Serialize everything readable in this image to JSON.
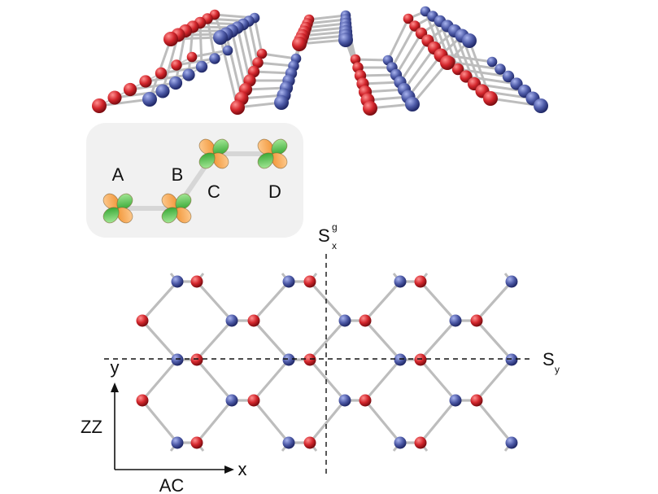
{
  "orbital_labels": [
    "A",
    "B",
    "C",
    "D"
  ],
  "axes": {
    "y_label": "y",
    "x_label": "x",
    "zz_label": "ZZ",
    "ac_label": "AC"
  },
  "symmetry": {
    "sx_main": "S",
    "sx_sub": "x",
    "sx_sup": "g",
    "sy_main": "S",
    "sy_sub": "y"
  },
  "colors": {
    "sublattice_red": "#d3262c",
    "sublattice_blue": "#4e5ba8",
    "bond": "#bdbdbd",
    "lobe_orange": "#f39a3a",
    "lobe_green": "#3fba3a",
    "panel_bg": "#f1f1f1"
  }
}
